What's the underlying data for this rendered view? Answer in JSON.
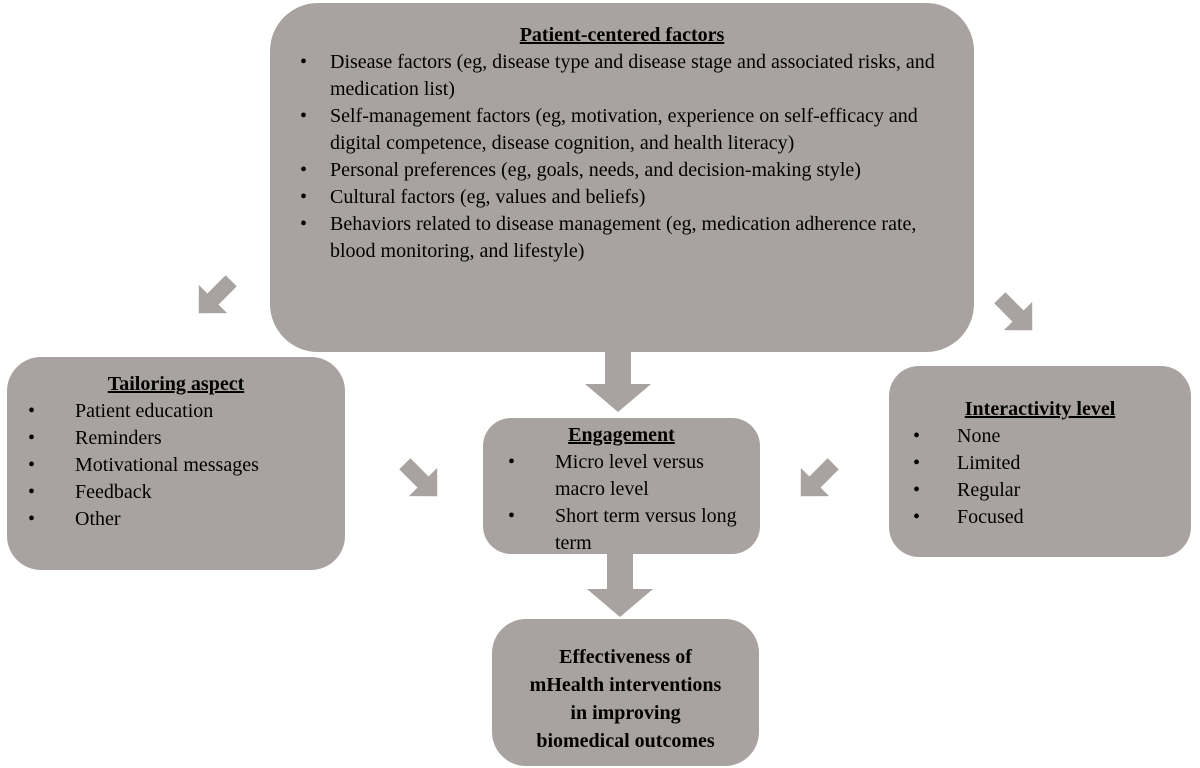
{
  "colors": {
    "background": "#ffffff",
    "box_fill": "#a8a3a0",
    "arrow_fill": "#a8a3a0",
    "text": "#000000"
  },
  "bullet_glyph": "•",
  "boxes": {
    "patient_factors": {
      "title": "Patient-centered factors",
      "bullets": [
        "Disease factors (eg, disease type and disease stage and associated risks, and medication list)",
        "Self-management factors (eg, motivation, experience on self-efficacy and digital competence, disease cognition, and health literacy)",
        "Personal preferences (eg, goals, needs, and decision-making style)",
        "Cultural factors (eg, values and beliefs)",
        "Behaviors related to disease management (eg, medication adherence rate, blood monitoring, and lifestyle)"
      ]
    },
    "tailoring": {
      "title": "Tailoring aspect",
      "bullets": [
        "Patient education",
        "Reminders",
        "Motivational messages",
        "Feedback",
        "Other"
      ]
    },
    "engagement": {
      "title": "Engagement",
      "bullets": [
        "Micro level versus macro level",
        "Short term versus long term"
      ]
    },
    "interactivity": {
      "title": "Interactivity level",
      "bullets": [
        "None",
        "Limited",
        "Regular",
        "Focused"
      ]
    },
    "outcome": {
      "lines": [
        "Effectiveness of",
        "mHealth interventions",
        "in improving",
        "biomedical outcomes"
      ]
    }
  }
}
